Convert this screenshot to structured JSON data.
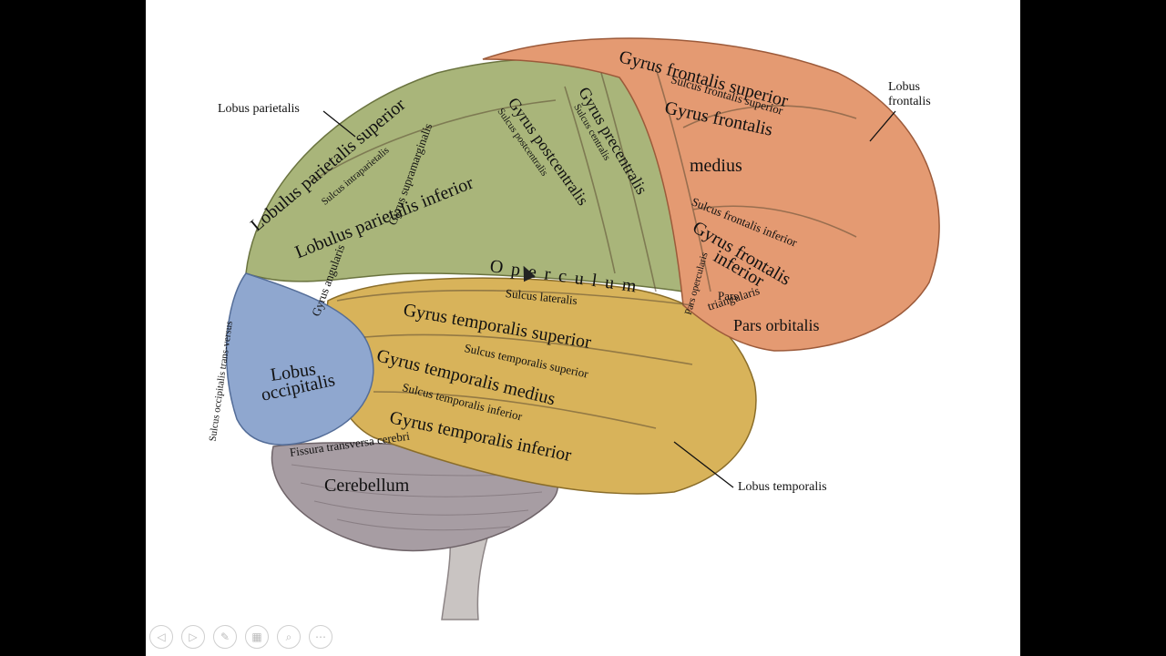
{
  "labels": {
    "lobus_parietalis": "Lobus parietalis",
    "lobus_frontalis_1": "Lobus",
    "lobus_frontalis_2": "frontalis",
    "lobus_temporalis": "Lobus temporalis",
    "lobulus_parietalis_superior": "Lobulus parietalis superior",
    "sulcus_intraparietalis": "Sulcus intraparietalis",
    "lobulus_parietalis_inferior": "Lobulus parietalis inferior",
    "gyrus_postcentralis": "Gyrus postcentralis",
    "sulcus_postcentralis": "Sulcus postcentralis",
    "gyrus_precentralis": "Gyrus precentralis",
    "sulcus_centralis": "Sulcus centralis",
    "gyrus_frontalis_superior": "Gyrus frontalis superior",
    "sulcus_frontalis_superior": "Sulcus frontalis superior",
    "gyrus_frontalis_medius_1": "Gyrus frontalis",
    "gyrus_frontalis_medius_2": "medius",
    "sulcus_frontalis_inferior": "Sulcus frontalis inferior",
    "gyrus_frontalis_inferior_1": "Gyrus frontalis",
    "gyrus_frontalis_inferior_2": "inferior",
    "pars_opercularis": "Pars opercularis",
    "pars_triangularis_1": "Pars",
    "pars_triangularis_2": "triangularis",
    "pars_orbitalis": "Pars orbitalis",
    "gyrus_supramarginalis": "Gyrus supramarginalis",
    "gyrus_angularis": "Gyrus angularis",
    "operculum": "Operculum",
    "sulcus_lateralis": "Sulcus lateralis",
    "gyrus_temporalis_superior": "Gyrus temporalis superior",
    "sulcus_temporalis_superior": "Sulcus temporalis superior",
    "gyrus_temporalis_medius": "Gyrus temporalis medius",
    "sulcus_temporalis_inferior": "Sulcus temporalis inferior",
    "gyrus_temporalis_inferior": "Gyrus temporalis inferior",
    "sulcus_occipitalis_transversus": "Sulcus occipitalis trans-versus",
    "lobus_occipitalis_1": "Lobus",
    "lobus_occipitalis_2": "occipitalis",
    "fissura_transversa_cerebri": "Fissura transversa cerebri",
    "cerebellum": "Cerebellum"
  },
  "colors": {
    "frontal": "#e49a72",
    "parietal": "#a9b57a",
    "temporal": "#d8b35a",
    "occipital": "#8fa7cf",
    "cerebellum": "#a79da3",
    "brainstem": "#c9c4c2"
  },
  "controls": [
    {
      "name": "previous-slide-button",
      "icon": "arrow-left-icon",
      "glyph": "◁"
    },
    {
      "name": "next-slide-button",
      "icon": "arrow-right-icon",
      "glyph": "▷"
    },
    {
      "name": "pen-tool-button",
      "icon": "pen-icon",
      "glyph": "✎"
    },
    {
      "name": "see-all-slides-button",
      "icon": "slides-grid-icon",
      "glyph": "▦"
    },
    {
      "name": "zoom-button",
      "icon": "magnifier-icon",
      "glyph": "⌕"
    },
    {
      "name": "more-options-button",
      "icon": "more-dots-icon",
      "glyph": "⋯"
    }
  ]
}
